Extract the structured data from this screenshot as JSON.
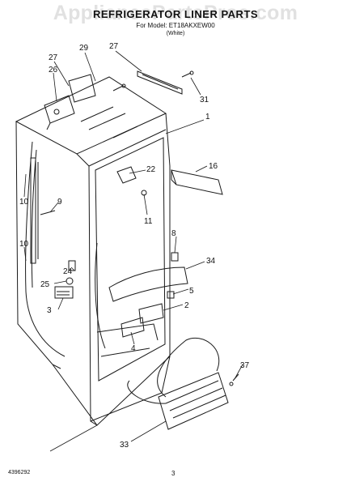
{
  "header": {
    "title": "REFRIGERATOR LINER PARTS",
    "subtitle": "For Model: ET18AKXEW00",
    "color_note": "(White)"
  },
  "watermark": "AppliancePartsPros.com",
  "footer": {
    "doc_number": "4396292",
    "page_number": "3"
  },
  "callouts": [
    "1",
    "2",
    "3",
    "4",
    "5",
    "8",
    "9",
    "10",
    "10",
    "11",
    "16",
    "22",
    "24",
    "25",
    "26",
    "27",
    "27",
    "29",
    "31",
    "33",
    "34",
    "37"
  ],
  "colors": {
    "line": "#1a1a1a",
    "background": "#ffffff"
  }
}
